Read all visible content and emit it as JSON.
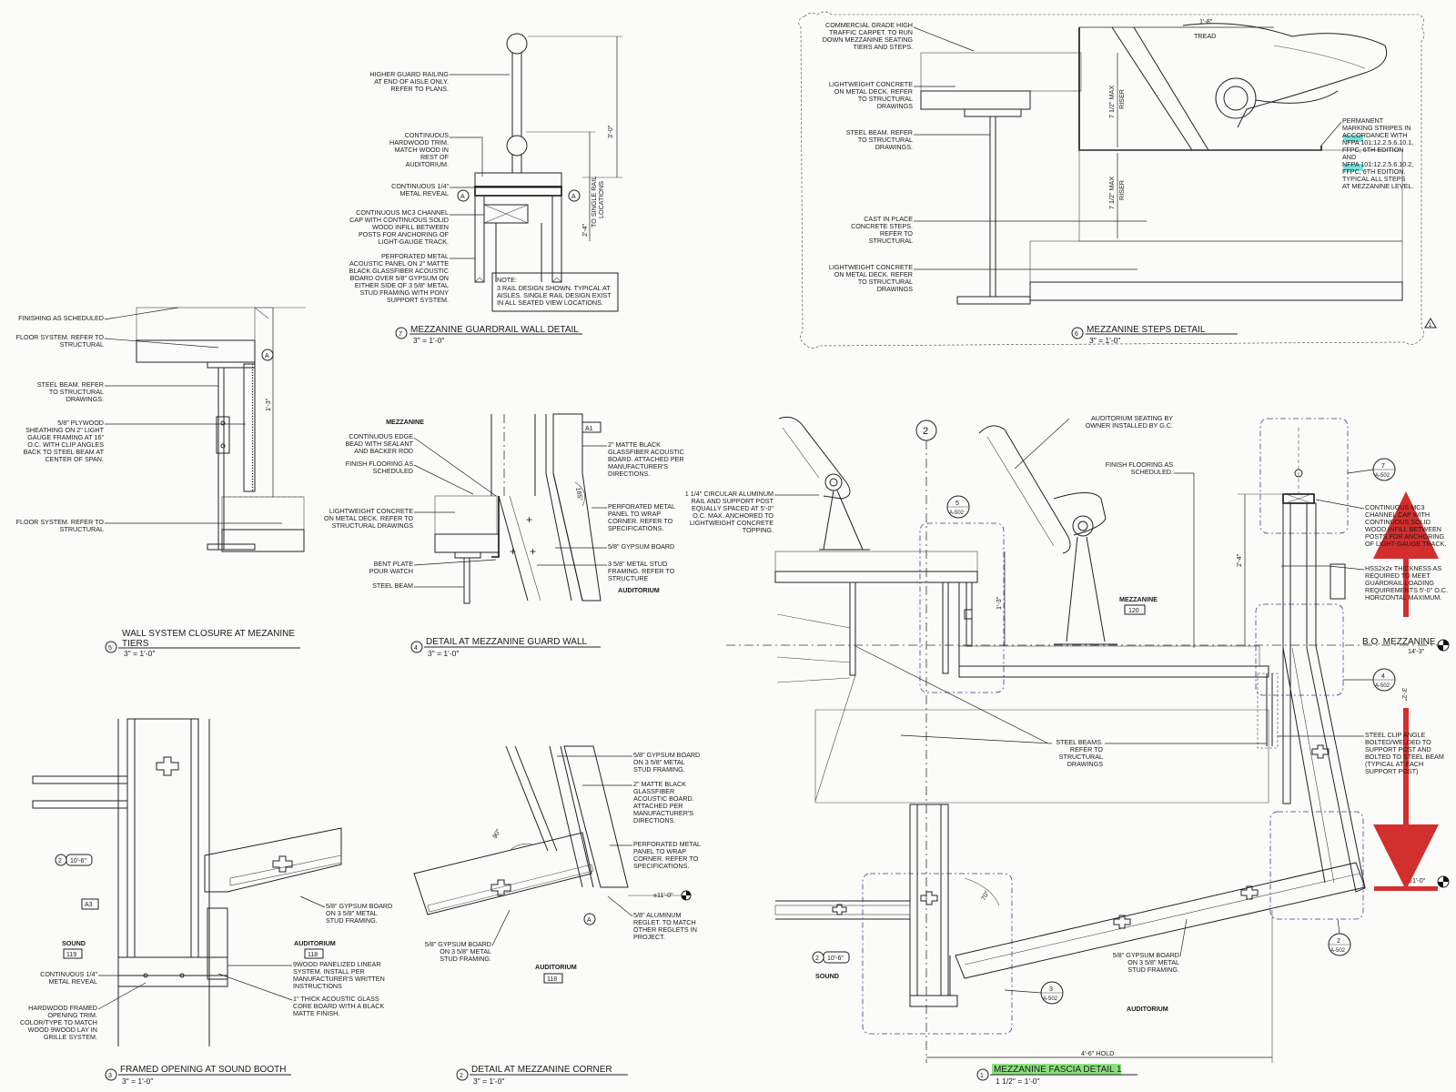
{
  "details": {
    "d7": {
      "num": "7",
      "title": "MEZZANINE GUARDRAIL WALL DETAIL",
      "scale": "3\" = 1'-0\""
    },
    "d6": {
      "num": "6",
      "title": "MEZZANINE STEPS DETAIL",
      "scale": "3\" = 1'-0\""
    },
    "d5": {
      "num": "5",
      "title": "WALL SYSTEM CLOSURE AT MEZANINE",
      "title2": "TIERS",
      "scale": "3\" = 1'-0\""
    },
    "d4": {
      "num": "4",
      "title": "DETAIL AT MEZZANINE GUARD WALL",
      "scale": "3\" = 1'-0\""
    },
    "d3": {
      "num": "3",
      "title": "FRAMED OPENING AT SOUND BOOTH",
      "scale": "3\" = 1'-0\""
    },
    "d2": {
      "num": "2",
      "title": "DETAIL AT MEZZANINE CORNER",
      "scale": "3\" = 1'-0\""
    },
    "d1": {
      "num": "1",
      "title": "MEZZANINE FASCIA DETAIL 1",
      "scale": "1 1/2\" = 1'-0\""
    }
  },
  "notes7": [
    [
      "HIGHER GUARD RAILING",
      "AT END OF AISLE ONLY.",
      "REFER TO PLANS."
    ],
    [
      "CONTINUOUS",
      "HARDWOOD TRIM.",
      "MATCH WOOD IN",
      "REST OF",
      "AUDITORIUM."
    ],
    [
      "CONTINUOUS 1/4\"",
      "METAL REVEAL"
    ],
    [
      "CONTINUOUS MC3 CHANNEL",
      "CAP WITH CONTINUOUS SOLID",
      "WOOD INFILL BETWEEN",
      "POSTS FOR ANCHORING OF",
      "LIGHT-GAUGE TRACK."
    ],
    [
      "PERFORATED METAL",
      "ACOUSTIC PANEL ON 2\" MATTE",
      "BLACK GLASSFIBER ACOUSTIC",
      "BOARD OVER 5/8\" GYPSUM ON",
      "EITHER SIDE OF 3 5/8\" METAL",
      "STUD FRAMING WITH PONY",
      "SUPPORT SYSTEM."
    ]
  ],
  "note7box": [
    "NOTE:",
    "3 RAIL DESIGN SHOWN. TYPICAL AT",
    "AISLES. SINGLE RAIL DESIGN EXIST",
    "IN ALL SEATED VIEW LOCATIONS."
  ],
  "dims7": {
    "h": "3'-0\"",
    "s1": "2'-4\"",
    "s2": "TO SINGLE RAIL",
    "s3": "LOCATIONS"
  },
  "notes6": [
    [
      "COMMERCIAL GRADE HIGH",
      "TRAFFIC CARPET. TO RUN",
      "DOWN MEZZANINE SEATING",
      "TIERS AND STEPS."
    ],
    [
      "LIGHTWEIGHT CONCRETE",
      "ON METAL DECK. REFER",
      "TO STRUCTURAL",
      "DRAWINGS"
    ],
    [
      "STEEL BEAM. REFER",
      "TO STRUCTURAL",
      "DRAWINGS."
    ],
    [
      "CAST IN PLACE",
      "CONCRETE STEPS.",
      "REFER TO",
      "STRUCTURAL"
    ],
    [
      "LIGHTWEIGHT CONCRETE",
      "ON METAL DECK. REFER",
      "TO STRUCTURAL",
      "DRAWINGS"
    ]
  ],
  "notes6r": [
    "PERMANENT",
    "MARKING STRIPES IN",
    "ACCORDANCE WITH",
    "NFPA 101:12.2.5.6.10.1,",
    "FFPC, 6TH EDITION",
    "AND",
    "NFPA 101:12.2.5.6.10.2,",
    "FFPC, 6TH EDITION.",
    "TYPICAL ALL STEPS",
    "AT MEZZANINE LEVEL."
  ],
  "dims6": {
    "tread_dim": "1'-8\"",
    "tread": "TREAD",
    "r1": "7 1/2\" MAX",
    "r1b": "RISER",
    "r2": "7 1/2\" MAX",
    "r2b": "RISER",
    "rev": "1"
  },
  "notes5": [
    [
      "FINISHING AS SCHEDULED"
    ],
    [
      "FLOOR SYSTEM. REFER TO",
      "STRUCTURAL"
    ],
    [
      "STEEL BEAM. REFER",
      "TO STRUCTURAL",
      "DRAWINGS."
    ],
    [
      "5/8\" PLYWOOD",
      "SHEATHING ON 2\" LIGHT",
      "GAUGE FRAMING AT 16\"",
      "O.C. WITH CLIP ANGLES",
      "BACK TO STEEL BEAM AT",
      "CENTER OF SPAN."
    ],
    [
      "FLOOR SYSTEM. REFER TO",
      "STRUCTURAL"
    ]
  ],
  "dims5": {
    "h": "1'-3\"",
    "tagA": "A"
  },
  "notes4": [
    [
      "MEZZANINE"
    ],
    [
      "CONTINUOUS EDGE",
      "BEAD WITH SEALANT",
      "AND BACKER ROD"
    ],
    [
      "FINISH FLOORING AS",
      "SCHEDULED"
    ],
    [
      "LIGHTWEIGHT CONCRETE",
      "ON METAL DECK. REFER TO",
      "STRUCTURAL DRAWINGS"
    ],
    [
      "BENT PLATE",
      "POUR WATCH"
    ],
    [
      "STEEL BEAM"
    ]
  ],
  "notes4r": [
    [
      "2\" MATTE BLACK",
      "GLASSFIBER ACOUSTIC",
      "BOARD. ATTACHED PER",
      "MANUFACTURER'S",
      "DIRECTIONS."
    ],
    [
      "PERFORATED METAL",
      "PANEL TO WRAP",
      "CORNER. REFER TO",
      "SPECIFICATIONS."
    ],
    [
      "5/8\" GYPSUM BOARD"
    ],
    [
      "3 5/8\" METAL STUD",
      "FRAMING. REFER TO",
      "STRUCTURE"
    ]
  ],
  "tags4": {
    "a1": "A1",
    "room": "AUDITORIUM",
    "angle": "165°"
  },
  "notes3l": [
    [
      "CONTINUOUS 1/4\"",
      "METAL REVEAL"
    ],
    [
      "HARDWOOD FRAMED",
      "OPENING TRIM.",
      "COLOR/TYPE TO MATCH",
      "WOOD 9WOOD LAY IN",
      "GRILLE SYSTEM."
    ]
  ],
  "notes3r": [
    [
      "5/8\" GYPSUM BOARD",
      "ON 3 5/8\" METAL",
      "STUD FRAMING."
    ],
    [
      "9WOOD PANELIZED LINEAR",
      "SYSTEM. INSTALL PER",
      "MANUFACTURER'S WRITTEN",
      "INSTRUCTIONS"
    ],
    [
      "1\" THICK ACOUSTIC GLASS",
      "CORE BOARD WITH A BLACK",
      "MATTE FINISH."
    ]
  ],
  "tags3": {
    "bubble": "2",
    "elev": "10'-6\"",
    "a3": "A3",
    "sound": "SOUND",
    "soundnum": "119",
    "aud": "AUDITORIUM",
    "audnum": "118"
  },
  "notes2": [
    [
      "5/8\" GYPSUM BOARD",
      "ON 3 5/8\" METAL",
      "STUD FRAMING."
    ],
    [
      "2\" MATTE BLACK",
      "GLASSFIBER",
      "ACOUSTIC BOARD.",
      "ATTACHED PER",
      "MANUFACTURER'S",
      "DIRECTIONS."
    ],
    [
      "PERFORATED METAL",
      "PANEL TO WRAP",
      "CORNER. REFER TO",
      "SPECIFICATIONS."
    ],
    [
      "5/8\" ALUMINUM",
      "REGLET. TO MATCH",
      "OTHER REGLETS IN",
      "PROJECT."
    ]
  ],
  "notes2l": [
    "5/8\" GYPSUM BOARD",
    "ON 3 5/8\" METAL",
    "STUD FRAMING."
  ],
  "tags2": {
    "angle": "90°",
    "elev": "±11'-0\"",
    "a": "A",
    "aud": "AUDITORIUM",
    "audnum": "118"
  },
  "notes1": {
    "seating": [
      "AUDITORIUM SEATING BY",
      "OWNER INSTALLED BY G.C."
    ],
    "finish": [
      "FINISH FLOORING AS",
      "SCHEDULED."
    ],
    "rail": [
      "1 1/4\" CIRCULAR ALUMINUM",
      "RAIL AND SUPPORT POST",
      "EQUALLY SPACED AT 5'-0\"",
      "O.C. MAX. ANCHORED TO",
      "LIGHTWEIGHT CONCRETE",
      "TOPPING."
    ],
    "mc3": [
      "CONTINUOUS MC3",
      "CHANNEL CAP WITH",
      "CONTINUOUS SOLID",
      "WOOD INFILL BETWEEN",
      "POSTS FOR ANCHORING",
      "OF LIGHT-GAUGE TRACK."
    ],
    "hss": [
      "HSS2x2x THICKNESS AS",
      "REQUIRED TO MEET",
      "GUARDRAIL LOADING",
      "REQUIREMENTS 5'-0\" O.C.",
      "HORIZONTAL MAXIMUM."
    ],
    "beams": [
      "STEEL BEAMS.",
      "REFER TO",
      "STRUCTURAL",
      "DRAWINGS"
    ],
    "clip": [
      "STEEL CLIP ANGLE",
      "BOLTED/WELDED TO",
      "SUPPORT POST AND",
      "BOLTED TO STEEL BEAM",
      "(TYPICAL AT EACH",
      "SUPPORT POST)"
    ],
    "gyp": [
      "5/8\" GYPSUM BOARD",
      "ON 3 5/8\" METAL",
      "STUD FRAMING."
    ]
  },
  "tags1": {
    "grid": "2",
    "b5n": "5",
    "b5s": "A-502",
    "b7n": "7",
    "b7s": "A-502",
    "b4n": "4",
    "b4s": "A-502",
    "b3n": "3",
    "b3s": "A-502",
    "b2n": "2",
    "b2s": "A-502",
    "mezz": "MEZZANINE",
    "mezznum": "120",
    "bo": "B.O. MEZZANINE",
    "bo_elev": "14'-3\"",
    "elev_low": "±1'-0\"",
    "elev_bub": "2",
    "elev_val": "10'-6\"",
    "sound": "SOUND",
    "aud": "AUDITORIUM",
    "hold": "4'-6\" HOLD",
    "dim1": "1'-3\"",
    "dim2": "2'-4\"",
    "dim3": "3'-2\"",
    "angle": "70°"
  },
  "colors": {
    "arrow": "#d32f2f",
    "highlight": "#8de07e",
    "nfpa": "#79e0d8"
  }
}
